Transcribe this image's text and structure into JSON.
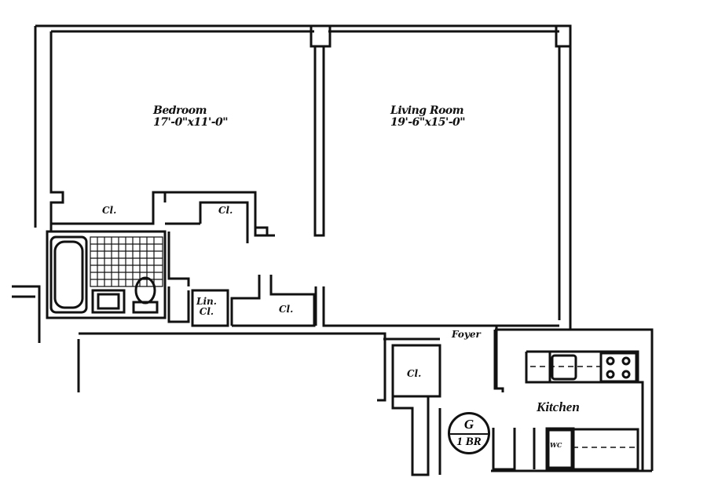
{
  "rooms": {
    "bedroom": {
      "name": "Bedroom",
      "dimensions": "17'-0\"x11'-0\""
    },
    "living_room": {
      "name": "Living Room",
      "dimensions": "19'-6\"x15'-0\""
    },
    "foyer": {
      "name": "Foyer"
    },
    "kitchen": {
      "name": "Kitchen"
    }
  },
  "closets": {
    "bedroom_closet": "Cl.",
    "hall_closet_upper": "Cl.",
    "hall_closet_lower": "Cl.",
    "linen_closet_line1": "Lin.",
    "linen_closet_line2": "Cl.",
    "foyer_closet": "Cl."
  },
  "appliances": {
    "wall_oven_label": "WC"
  },
  "unit_badge": {
    "line": "G",
    "type": "1 BR"
  }
}
